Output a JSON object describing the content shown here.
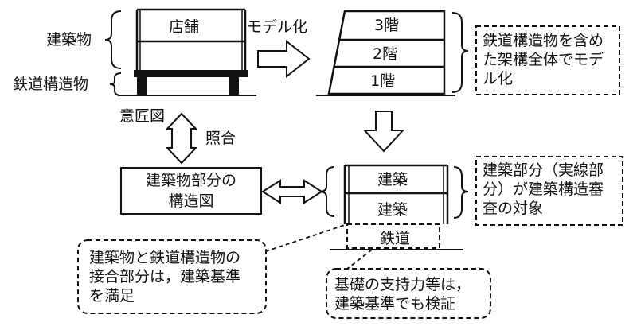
{
  "labels": {
    "building": "建築物",
    "railway_structure": "鉄道構造物",
    "store": "店舗",
    "modelize": "モデル化",
    "floor3": "3階",
    "floor2": "2階",
    "floor1": "1階",
    "design_drawing": "意匠図",
    "collate": "照合",
    "arch_upper": "建築",
    "arch_lower": "建築",
    "railway": "鉄道"
  },
  "boxes": {
    "frame_model_note": "鉄道構造物を含め\nた架構全体でモデ\nル化",
    "structural_drawing": "建築物部分の\n構造図",
    "review_note": "建築部分（実線部\n分）が建築構造審\n査の対象",
    "joint_note": "建築物と鉄道構造物の\n接合部分は，建築基準\nを満足",
    "foundation_note": "基礎の支持力等は，\n建築基準でも検証"
  }
}
